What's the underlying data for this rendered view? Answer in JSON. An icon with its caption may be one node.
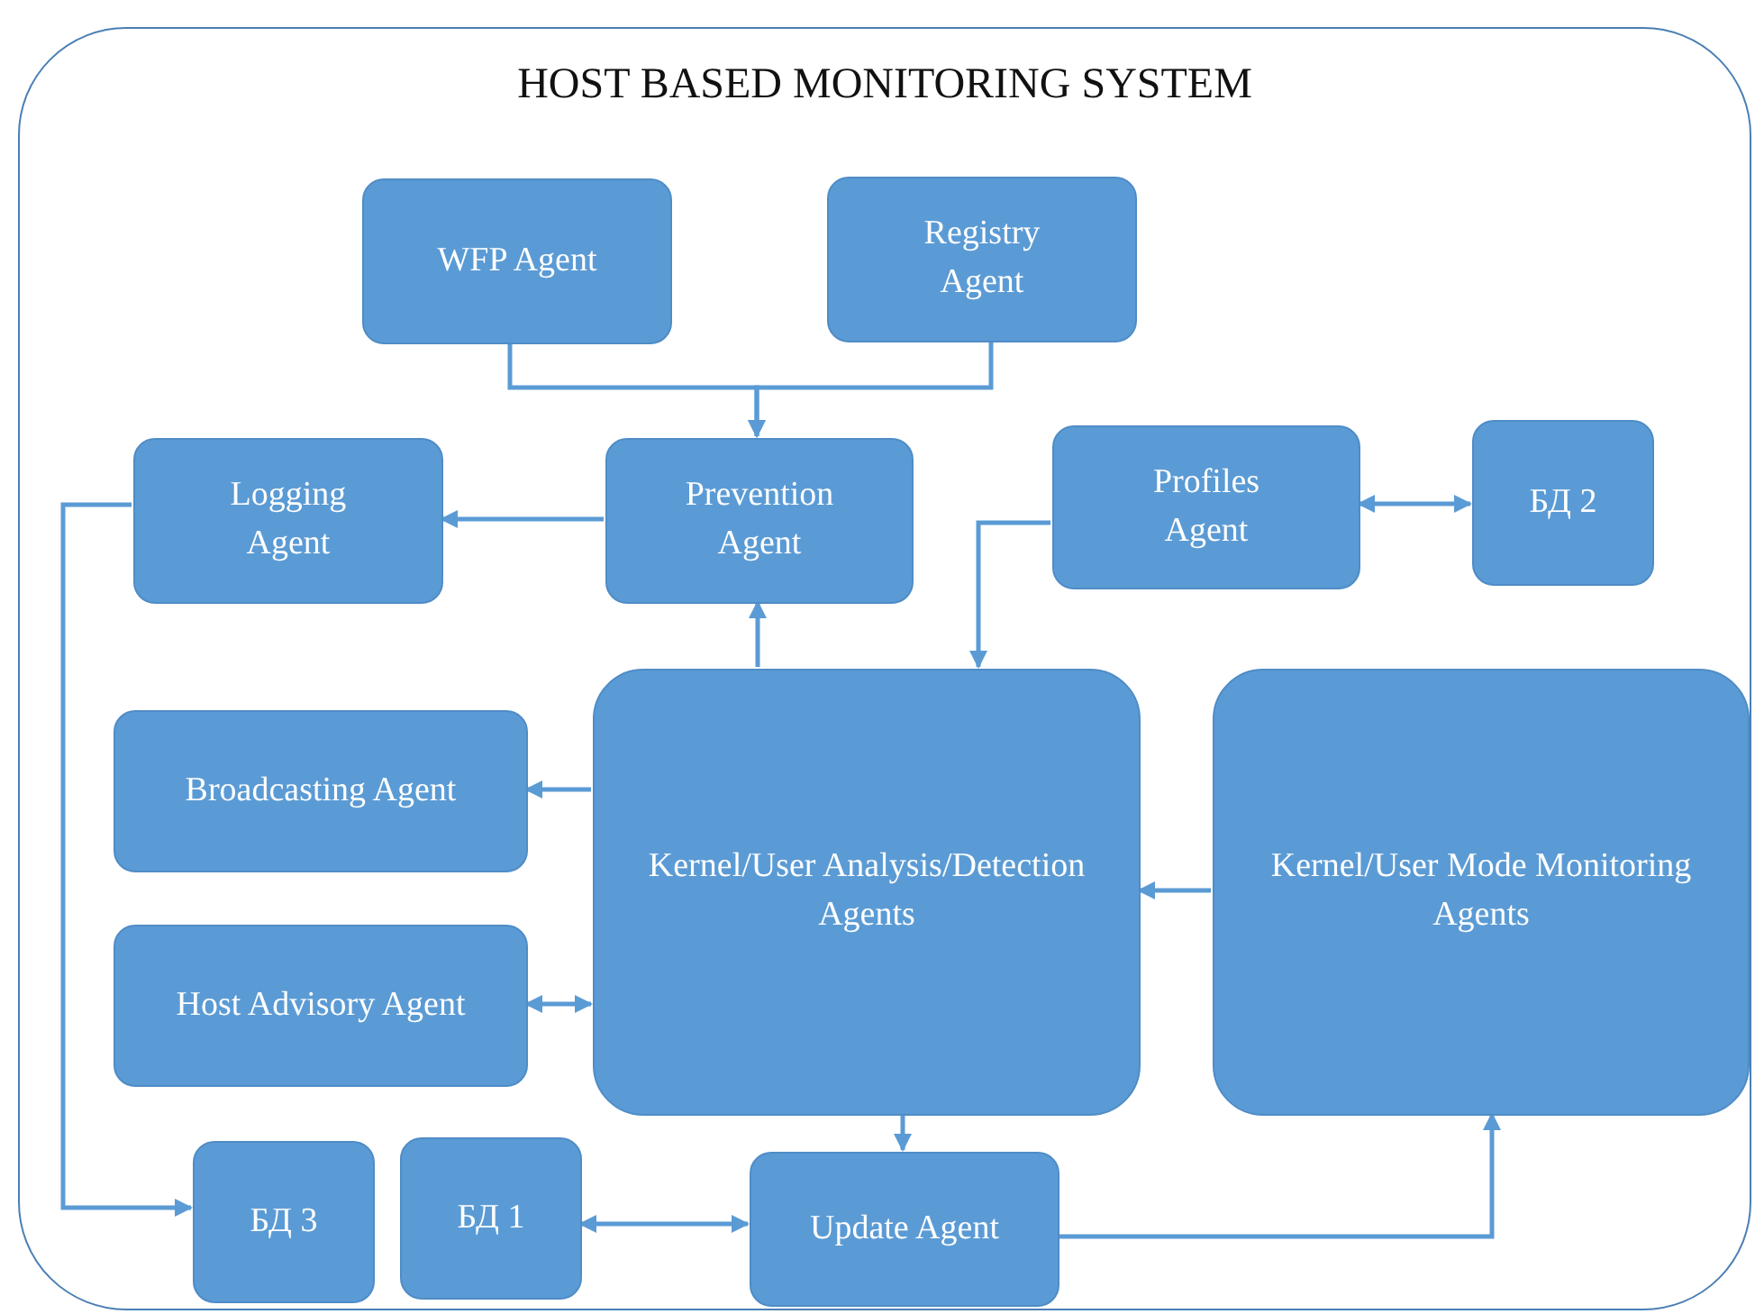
{
  "diagram": {
    "nodes": [
      {
        "text": [
          "HOST BASED MONITORING SYSTEM"
        ]
      },
      {
        "text": [
          "WFP Agent"
        ],
        "in": 0
      },
      {
        "text": [
          "Registry Agent"
        ],
        "in": 0
      },
      {
        "text": [
          "Logging Agent"
        ],
        "in": 0
      },
      {
        "text": [
          "Prevention Agent"
        ],
        "in": 0
      },
      {
        "text": [
          "Profiles Agent"
        ],
        "in": 0
      },
      {
        "text": [
          "БД 2"
        ],
        "in": 0
      },
      {
        "text": [
          "Broadcasting Agent"
        ],
        "in": 0
      },
      {
        "text": [
          "Kernel/User Analysis/Detection Agents"
        ],
        "in": 0
      },
      {
        "text": [
          "Kernel/User Mode Monitoring Agents"
        ],
        "in": 0
      },
      {
        "text": [
          "Host Advisory Agent"
        ],
        "in": 0
      },
      {
        "text": [
          "БД 3"
        ],
        "in": 0
      },
      {
        "text": [
          "БД 1"
        ],
        "in": 0
      },
      {
        "text": [
          "Update Agent"
        ],
        "in": 0
      }
    ],
    "edges": [
      {
        "from": 1,
        "to": 4,
        "arrow": "to"
      },
      {
        "from": 2,
        "to": 4,
        "arrow": "to"
      },
      {
        "from": 4,
        "to": 3,
        "arrow": "to"
      },
      {
        "from": 8,
        "to": 4,
        "arrow": "to"
      },
      {
        "from": 5,
        "to": 6,
        "arrow": "both"
      },
      {
        "from": 5,
        "to": 8,
        "arrow": "to"
      },
      {
        "from": 8,
        "to": 7,
        "arrow": "to"
      },
      {
        "from": 8,
        "to": 10,
        "arrow": "both"
      },
      {
        "from": 9,
        "to": 8,
        "arrow": "to"
      },
      {
        "from": 8,
        "to": 13,
        "arrow": "to"
      },
      {
        "from": 13,
        "to": 9,
        "arrow": "to"
      },
      {
        "from": 12,
        "to": 13,
        "arrow": "both"
      },
      {
        "from": 3,
        "to": 11,
        "arrow": "to"
      }
    ]
  }
}
